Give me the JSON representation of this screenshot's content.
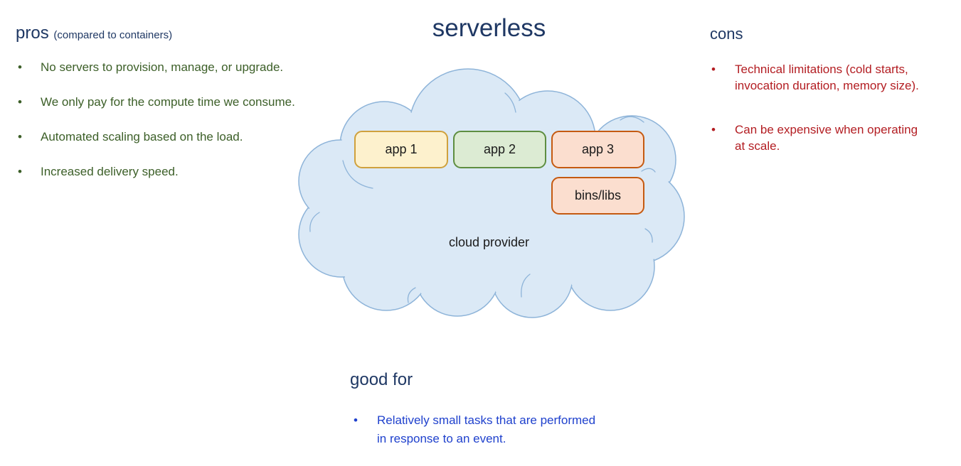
{
  "title": "serverless",
  "pros": {
    "heading": "pros",
    "note": "(compared to containers)",
    "items": [
      "No servers to provision, manage, or upgrade.",
      "We only pay for the compute time we consume.",
      "Automated scaling based on the load.",
      "Increased delivery speed."
    ]
  },
  "cons": {
    "heading": "cons",
    "items": [
      "Technical limitations (cold starts,\ninvocation duration, memory size).",
      "Can be expensive when operating\nat scale."
    ]
  },
  "good_for": {
    "heading": "good for",
    "items": [
      "Relatively small tasks that are performed\nin response to an event."
    ]
  },
  "cloud": {
    "label": "cloud provider",
    "boxes": [
      {
        "label": "app 1"
      },
      {
        "label": "app 2"
      },
      {
        "label": "app 3"
      },
      {
        "label": "bins/libs"
      }
    ]
  },
  "colors": {
    "heading_navy": "#1f3864",
    "pros_green": "#3c5f28",
    "cons_red": "#b31d22",
    "good_for_blue": "#1f41cd",
    "cloud_fill": "#dbe9f6",
    "cloud_stroke": "#8eb4d9",
    "app1_fill": "#fdf1cd",
    "app1_border": "#cfa13d",
    "app2_fill": "#dcebd3",
    "app2_border": "#5e8e41",
    "app3_fill": "#fbdecf",
    "app3_border": "#c55a11",
    "text_black": "#1a1a1a"
  }
}
